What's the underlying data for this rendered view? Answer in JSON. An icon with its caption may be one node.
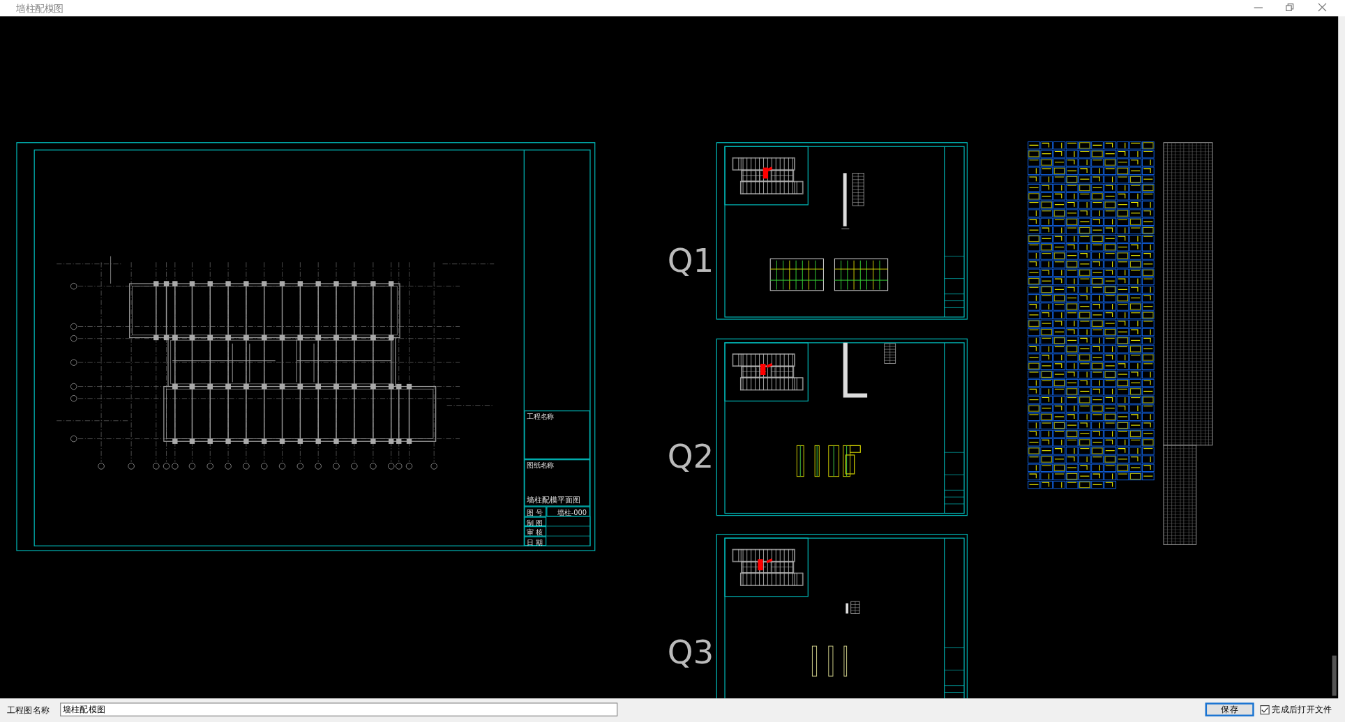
{
  "diagram": {
    "title": "墙柱配模图",
    "nodes": [
      {
        "text": [],
        "shape": "box"
      },
      {
        "text": [
          "工程名称"
        ],
        "in": 0
      },
      {
        "text": [
          "图纸名称",
          "墙柱配模平面图"
        ],
        "in": 0
      },
      {
        "text": [
          "图 号"
        ],
        "in": 0
      },
      {
        "text": [
          "墙柱-000"
        ],
        "in": 0
      },
      {
        "text": [
          "制 图"
        ],
        "in": 0
      },
      {
        "text": [
          "审 核"
        ],
        "in": 0
      },
      {
        "text": [
          "日 期"
        ],
        "in": 0
      },
      {
        "text": [],
        "shape": "box",
        "beside": [
          "Q1"
        ]
      },
      {
        "text": [],
        "shape": "box",
        "beside": [
          "Q2"
        ]
      },
      {
        "text": [],
        "shape": "box",
        "beside": [
          "Q3"
        ]
      }
    ],
    "labels": [
      "工程图名称",
      "墙柱配模图",
      "保存",
      "完成后打开文件"
    ]
  }
}
